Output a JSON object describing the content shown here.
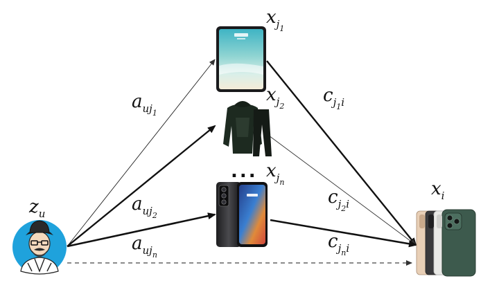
{
  "nodes": {
    "user": {
      "label_main": "z",
      "label_sub": "u",
      "icon": "user-avatar-icon"
    },
    "tablet": {
      "label_main": "x",
      "label_sub": "j",
      "label_subsub": "1",
      "icon": "tablet-icon"
    },
    "tracksuit": {
      "label_main": "x",
      "label_sub": "j",
      "label_subsub": "2",
      "icon": "tracksuit-icon"
    },
    "smartphone": {
      "label_main": "x",
      "label_sub": "j",
      "label_subsub": "n",
      "icon": "smartphone-icon"
    },
    "target": {
      "label_main": "x",
      "label_sub": "i",
      "icon": "iphone-group-icon"
    }
  },
  "ellipsis": "...",
  "edges": {
    "a1": {
      "main": "a",
      "sub": "uj",
      "subsub": "1"
    },
    "a2": {
      "main": "a",
      "sub": "uj",
      "subsub": "2"
    },
    "an": {
      "main": "a",
      "sub": "uj",
      "subsub": "n"
    },
    "c1": {
      "main": "c",
      "sub": "j",
      "subsub": "1",
      "tail": "i"
    },
    "c2": {
      "main": "c",
      "sub": "j",
      "subsub": "2",
      "tail": "i"
    },
    "cn": {
      "main": "c",
      "sub": "j",
      "subsub": "n",
      "tail": "i"
    }
  },
  "colors": {
    "avatar_bg": "#1fa2dc",
    "line": "#111111",
    "dashed": "#444444"
  }
}
